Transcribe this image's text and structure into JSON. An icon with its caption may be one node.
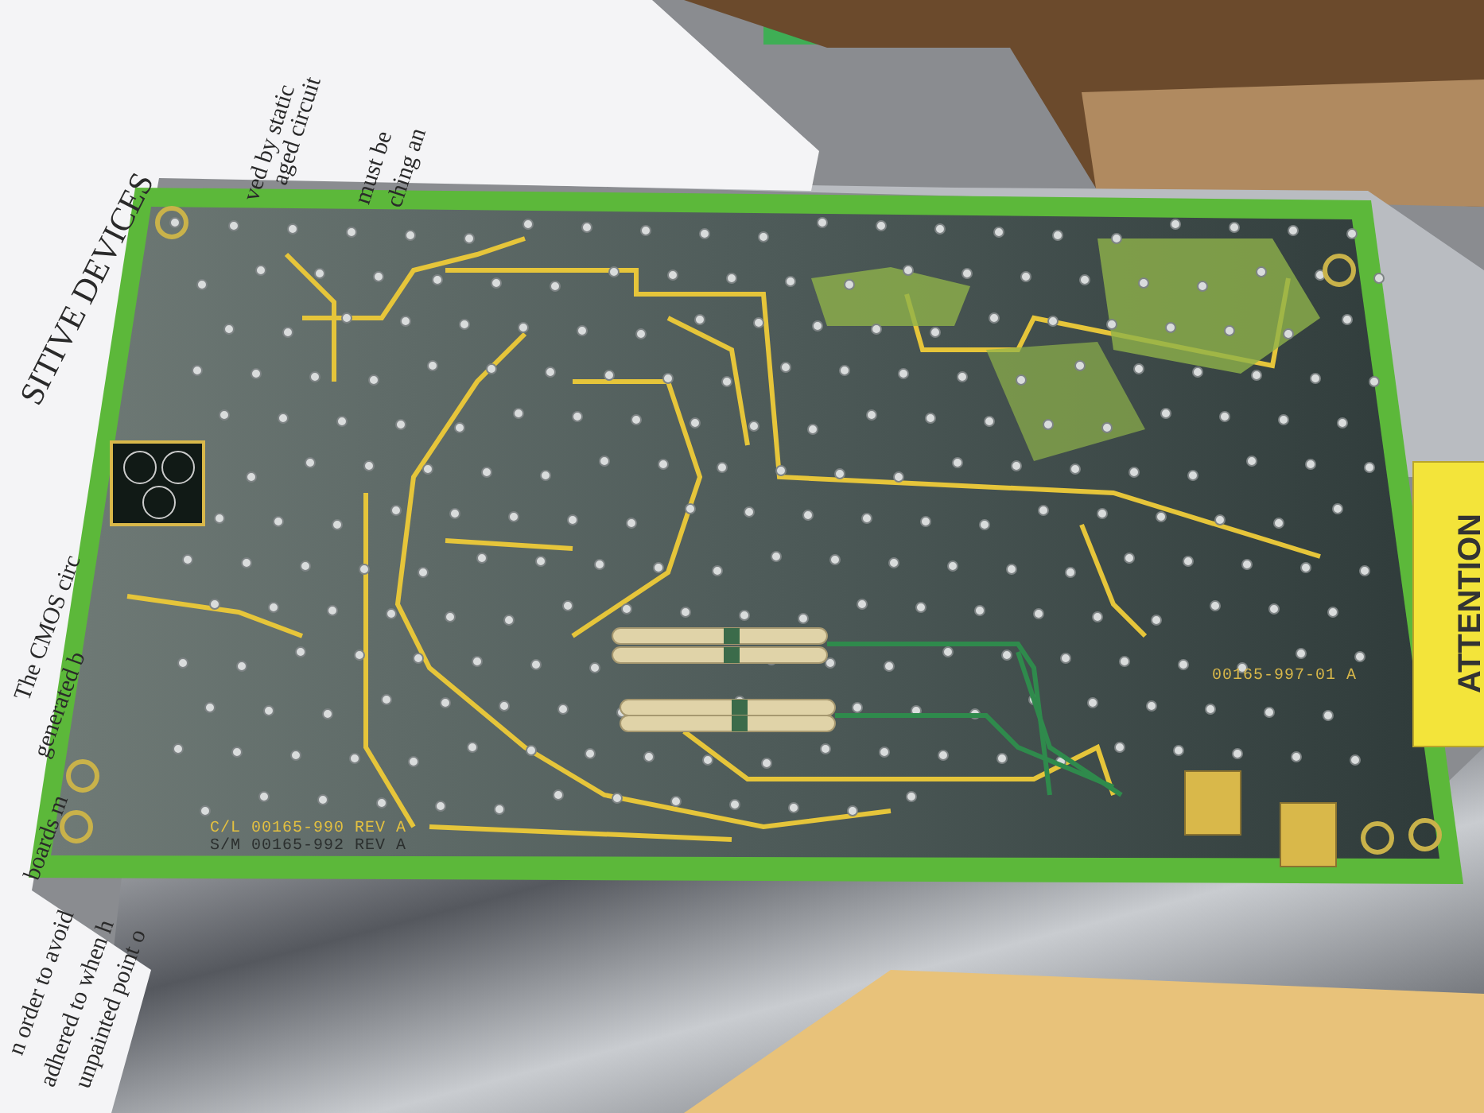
{
  "diagram": {
    "labels": [
      "ved by static",
      "aged circuit",
      "must be",
      "ching an",
      "SITIVE DEVICES",
      "The CMOS circ",
      "generated b",
      "boards m",
      "n order to avoid",
      "adhered to when h",
      "unpainted point o",
      "C/L 00165-990 REV A",
      "S/M 00165-992 REV A",
      "00165-997-01 A",
      "ATTENTION"
    ]
  }
}
